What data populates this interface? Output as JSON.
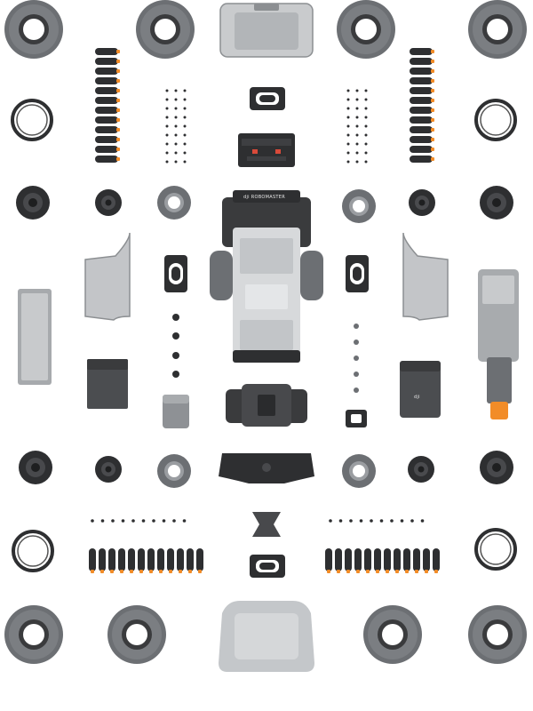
{
  "image": {
    "type": "knolling-photo",
    "subject": "disassembled robot kit parts laid out on white background",
    "background": "#ffffff"
  },
  "palette": {
    "dark": "#2e2f31",
    "mid": "#6f7276",
    "light": "#b7babd",
    "translucent": "#c9cbcd",
    "accent": "#f28c28"
  },
  "labels": {
    "top_cover_logo": "",
    "chassis_logo": "dji ROBOMASTER",
    "battery_logo": "dji"
  }
}
